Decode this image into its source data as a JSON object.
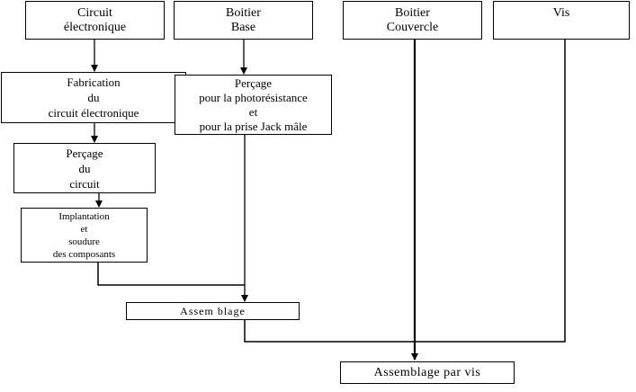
{
  "boxes": {
    "circuit": [
      "Circuit",
      "électronique"
    ],
    "boitier_base": [
      "Boitier",
      "Base"
    ],
    "boitier_couvercle": [
      "Boitier",
      "Couvercle"
    ],
    "vis": [
      "Vis"
    ],
    "fabrication": [
      "Fabrication",
      "du",
      "circuit électronique"
    ],
    "percage_base": [
      "Perçage",
      "pour la photorésistance",
      "et",
      "pour la prise Jack mâle"
    ],
    "percage_circuit": [
      "Perçage",
      "du",
      "circuit"
    ],
    "implantation": [
      "Implantation",
      "et",
      "soudure",
      "des composants"
    ],
    "assemblage": "Assem blage",
    "assemblage_vis": "Assemblage par vis"
  }
}
